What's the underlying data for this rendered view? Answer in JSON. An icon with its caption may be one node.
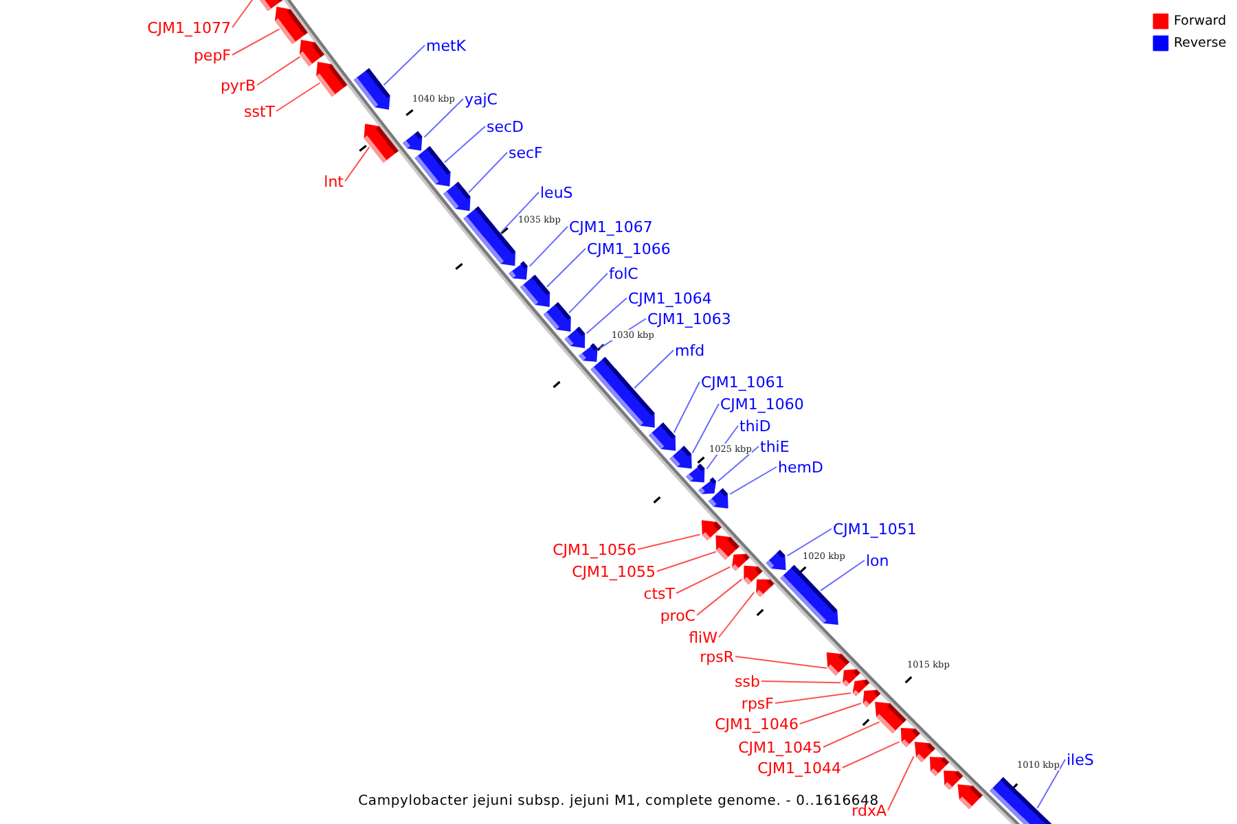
{
  "diagram": {
    "caption": "Campylobacter jejuni subsp. jejuni M1, complete genome. - 0..1616648",
    "nodes": [
      {
        "text": [
          "CJM1_1077"
        ]
      },
      {
        "text": [],
        "shape": "bar"
      },
      {
        "text": [
          "metK"
        ]
      },
      {
        "text": [],
        "shape": "bar"
      },
      {
        "text": [
          "pepF"
        ]
      },
      {
        "text": [],
        "shape": "bar"
      },
      {
        "text": [
          "pyrB"
        ]
      },
      {
        "text": [],
        "shape": "bar"
      },
      {
        "text": [
          "yajC"
        ]
      },
      {
        "text": [],
        "shape": "bar"
      },
      {
        "text": [
          "sstT"
        ]
      },
      {
        "text": [],
        "shape": "bar"
      },
      {
        "text": [
          "secD"
        ]
      },
      {
        "text": [],
        "shape": "bar"
      },
      {
        "text": [
          "secF"
        ]
      },
      {
        "text": [],
        "shape": "bar"
      },
      {
        "text": [
          "lnt"
        ]
      },
      {
        "text": [],
        "shape": "bar"
      },
      {
        "text": [
          "leuS"
        ]
      },
      {
        "text": [],
        "shape": "bar"
      },
      {
        "text": [
          "CJM1_1067"
        ]
      },
      {
        "text": [],
        "shape": "bar"
      },
      {
        "text": [
          "CJM1_1066"
        ]
      },
      {
        "text": [],
        "shape": "bar"
      },
      {
        "text": [
          "folC"
        ]
      },
      {
        "text": [],
        "shape": "bar"
      },
      {
        "text": [
          "CJM1_1064"
        ]
      },
      {
        "text": [],
        "shape": "bar"
      },
      {
        "text": [
          "CJM1_1063"
        ]
      },
      {
        "text": [],
        "shape": "bar"
      },
      {
        "text": [
          "mfd"
        ]
      },
      {
        "text": [],
        "shape": "bar"
      },
      {
        "text": [
          "CJM1_1061"
        ]
      },
      {
        "text": [],
        "shape": "bar"
      },
      {
        "text": [
          "CJM1_1060"
        ]
      },
      {
        "text": [],
        "shape": "bar"
      },
      {
        "text": [
          "thiD"
        ]
      },
      {
        "text": [],
        "shape": "bar"
      },
      {
        "text": [
          "thiE"
        ]
      },
      {
        "text": [],
        "shape": "bar"
      },
      {
        "text": [
          "hemD"
        ]
      },
      {
        "text": [],
        "shape": "bar"
      },
      {
        "text": [
          "CJM1_1051"
        ]
      },
      {
        "text": [],
        "shape": "bar"
      },
      {
        "text": [
          "CJM1_1056"
        ]
      },
      {
        "text": [],
        "shape": "bar"
      },
      {
        "text": [
          "lon"
        ]
      },
      {
        "text": [],
        "shape": "bar"
      },
      {
        "text": [
          "CJM1_1055"
        ]
      },
      {
        "text": [],
        "shape": "bar"
      },
      {
        "text": [
          "ctsT"
        ]
      },
      {
        "text": [],
        "shape": "bar"
      },
      {
        "text": [
          "proC"
        ]
      },
      {
        "text": [],
        "shape": "bar"
      },
      {
        "text": [
          "fliW"
        ]
      },
      {
        "text": [],
        "shape": "bar"
      },
      {
        "text": [
          "rpsR"
        ]
      },
      {
        "text": [],
        "shape": "bar"
      },
      {
        "text": [
          "ssb"
        ]
      },
      {
        "text": [],
        "shape": "bar"
      },
      {
        "text": [
          "rpsF"
        ]
      },
      {
        "text": [],
        "shape": "bar"
      },
      {
        "text": [
          "CJM1_1046"
        ]
      },
      {
        "text": [],
        "shape": "bar"
      },
      {
        "text": [
          "CJM1_1045"
        ]
      },
      {
        "text": [],
        "shape": "bar"
      },
      {
        "text": [
          "ileS"
        ]
      },
      {
        "text": [],
        "shape": "bar"
      },
      {
        "text": [
          "CJM1_1044"
        ]
      },
      {
        "text": [],
        "shape": "bar"
      },
      {
        "text": [
          "rdxA"
        ]
      },
      {
        "text": [],
        "shape": "bar"
      },
      {
        "text": [],
        "shape": "bar"
      },
      {
        "text": [],
        "shape": "bar"
      },
      {
        "text": [],
        "shape": "bar"
      }
    ],
    "edges": [
      {
        "from": 0,
        "to": 1,
        "arrow": "none",
        "color": "#ff5050"
      },
      {
        "from": 2,
        "to": 3,
        "arrow": "none"
      },
      {
        "from": 4,
        "to": 5,
        "arrow": "none",
        "color": "#ff5050"
      },
      {
        "from": 6,
        "to": 7,
        "arrow": "none",
        "color": "#ff5050"
      },
      {
        "from": 8,
        "to": 9,
        "arrow": "none"
      },
      {
        "from": 10,
        "to": 11,
        "arrow": "none",
        "color": "#ff5050"
      },
      {
        "from": 12,
        "to": 13,
        "arrow": "none"
      },
      {
        "from": 14,
        "to": 15,
        "arrow": "none"
      },
      {
        "from": 16,
        "to": 17,
        "arrow": "none",
        "color": "#ff5050"
      },
      {
        "from": 18,
        "to": 19,
        "arrow": "none"
      },
      {
        "from": 20,
        "to": 21,
        "arrow": "none"
      },
      {
        "from": 22,
        "to": 23,
        "arrow": "none"
      },
      {
        "from": 24,
        "to": 25,
        "arrow": "none"
      },
      {
        "from": 26,
        "to": 27,
        "arrow": "none"
      },
      {
        "from": 28,
        "to": 29,
        "arrow": "none"
      },
      {
        "from": 30,
        "to": 31,
        "arrow": "none"
      },
      {
        "from": 32,
        "to": 33,
        "arrow": "none"
      },
      {
        "from": 34,
        "to": 35,
        "arrow": "none"
      },
      {
        "from": 36,
        "to": 37,
        "arrow": "none"
      },
      {
        "from": 38,
        "to": 39,
        "arrow": "none"
      },
      {
        "from": 40,
        "to": 41,
        "arrow": "none"
      },
      {
        "from": 42,
        "to": 43,
        "arrow": "none"
      },
      {
        "from": 44,
        "to": 45,
        "arrow": "none",
        "color": "#ff5050"
      },
      {
        "from": 46,
        "to": 47,
        "arrow": "none"
      },
      {
        "from": 48,
        "to": 49,
        "arrow": "none",
        "color": "#ff5050"
      },
      {
        "from": 50,
        "to": 51,
        "arrow": "none",
        "color": "#ff5050"
      },
      {
        "from": 52,
        "to": 53,
        "arrow": "none",
        "color": "#ff5050"
      },
      {
        "from": 54,
        "to": 55,
        "arrow": "none",
        "color": "#ff5050"
      },
      {
        "from": 56,
        "to": 57,
        "arrow": "none",
        "color": "#ff5050"
      },
      {
        "from": 58,
        "to": 59,
        "arrow": "none",
        "color": "#ff5050"
      },
      {
        "from": 60,
        "to": 61,
        "arrow": "none",
        "color": "#ff5050"
      },
      {
        "from": 62,
        "to": 63,
        "arrow": "none",
        "color": "#ff5050"
      },
      {
        "from": 64,
        "to": 65,
        "arrow": "none",
        "color": "#ff5050"
      },
      {
        "from": 66,
        "to": 67,
        "arrow": "none"
      },
      {
        "from": 68,
        "to": 69,
        "arrow": "none",
        "color": "#ff5050"
      },
      {
        "from": 70,
        "to": 71,
        "arrow": "none",
        "color": "#ff5050"
      }
    ],
    "labels": [
      "1040 kbp",
      "1035 kbp",
      "1030 kbp",
      "1025 kbp",
      "1020 kbp",
      "1015 kbp",
      "1010 kbp"
    ],
    "legend": [
      {
        "text": "Forward",
        "color": "#ff0000"
      },
      {
        "text": "Reverse",
        "color": "#0000ff"
      }
    ]
  }
}
